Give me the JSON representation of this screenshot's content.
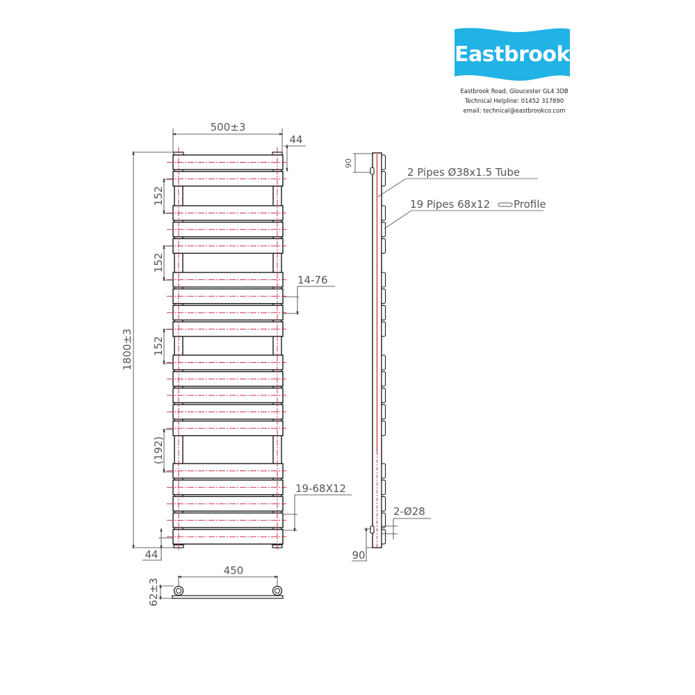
{
  "brand": {
    "name": "Eastbrook",
    "color": "#21b2e6",
    "address": "Eastbrook Road, Gloucester GL4 3DB",
    "helpline": "Technical Helpline: 01452 317890",
    "email": "email: technical@eastbrookco.com"
  },
  "front_view": {
    "width_label": "500±3",
    "height_label": "1800±3",
    "top_offset_label": "44",
    "bottom_offset_label": "44",
    "gap_labels": [
      "152",
      "152",
      "152",
      "(192)"
    ],
    "pitch_label": "14-76",
    "bars_label": "19-68X12",
    "bar_count": 19,
    "bar_groups": [
      2,
      3,
      4,
      5,
      5
    ]
  },
  "side_view": {
    "top_offset_label": "90",
    "bottom_offset_label": "90",
    "tube_callout": "2 Pipes Ø38x1.5 Tube",
    "profile_callout_prefix": "19 Pipes 68x12",
    "profile_callout_suffix": "Profile",
    "inlet_label": "2-Ø28"
  },
  "plan_view": {
    "centers_label": "450",
    "depth_label": "62±3"
  },
  "colors": {
    "line": "#1a1a1a",
    "centerline": "#d0314a",
    "dimension": "#555555",
    "tube_fill": "#f0b8b8"
  }
}
